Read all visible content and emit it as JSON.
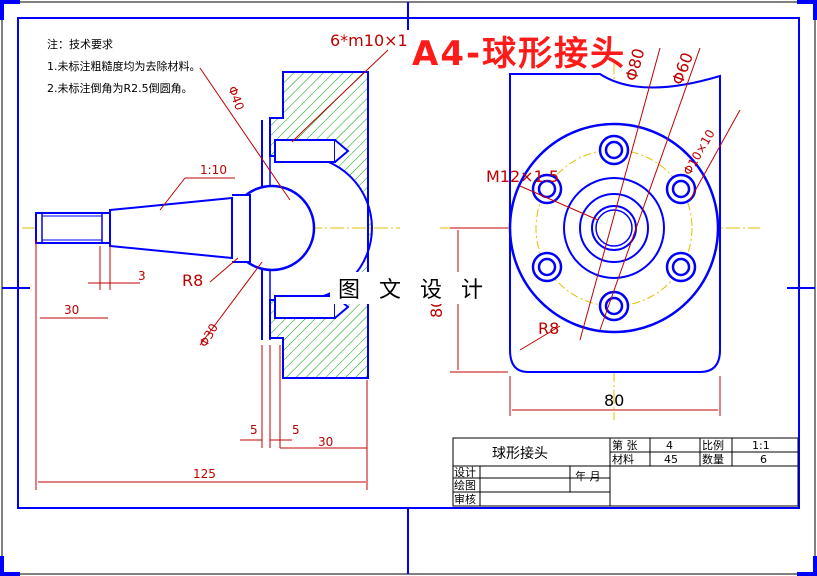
{
  "tech_requirements": {
    "heading": "注：技术要求",
    "items": [
      "1.未标注粗糙度均为去除材料。",
      "2.未标注倒角为R2.5倒圆角。"
    ]
  },
  "left_view": {
    "dim_thread": "6*m10×1",
    "dim_d40": "Φ40",
    "dim_taper": "1:10",
    "dim_r8": "R8",
    "dim_3": "3",
    "dim_30_top": "30",
    "dim_d30": "Φ30",
    "dim_5a": "5",
    "dim_5b": "5",
    "dim_30_bottom": "30",
    "dim_125": "125"
  },
  "right_view": {
    "dim_d80": "Φ80",
    "dim_d60": "Φ60",
    "dim_d10": "Φ10×10",
    "dim_m12": "M12×1.5",
    "dim_r8": "R8",
    "dim_80_side": "80",
    "dim_80_bottom": "80"
  },
  "overlay": {
    "title_big": "A4-球形接头",
    "watermark": "图 文 设 计"
  },
  "title_block": {
    "part_name": "球形接头",
    "sheet_label": "第 张",
    "sheet_value": "4",
    "scale_label": "比例",
    "scale_value": "1:1",
    "material_label": "材料",
    "material_value": "45",
    "qty_label": "数量",
    "qty_value": "6",
    "design_label": "设计",
    "draw_label": "绘图",
    "check_label": "审核",
    "date_label": "年 月"
  },
  "colors": {
    "outline": "#0000ff",
    "dimension": "#c00000",
    "hatch": "#00a000",
    "center": "#e0c000"
  }
}
